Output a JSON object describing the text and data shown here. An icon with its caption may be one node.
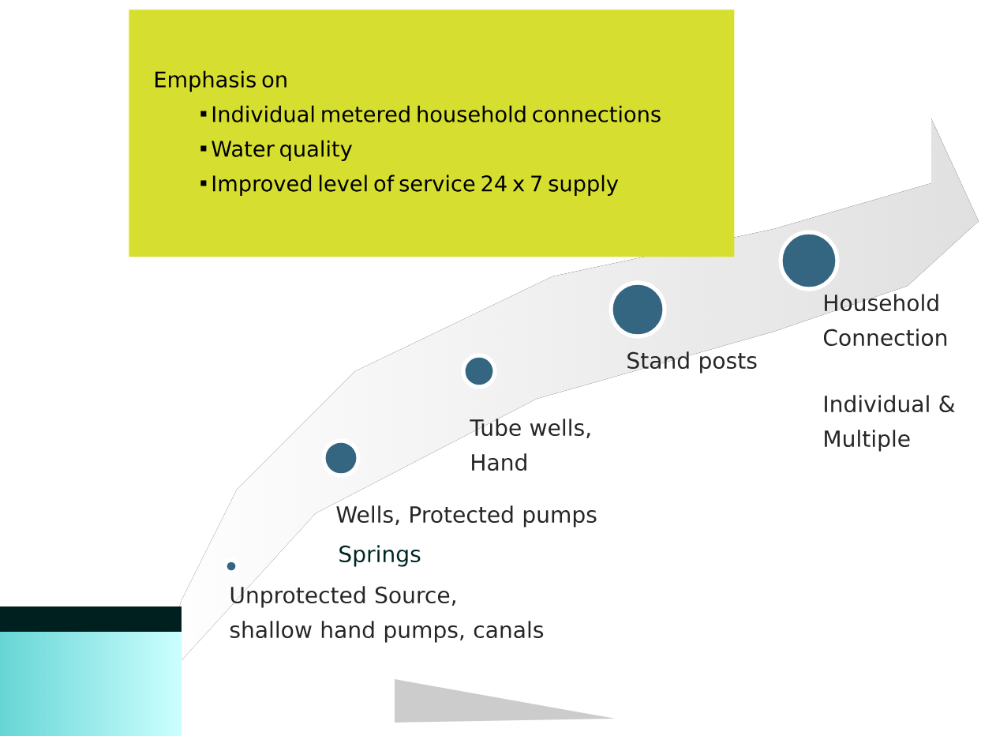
{
  "diagram": {
    "nodes": [
      {
        "text": [
          "Emphasis on",
          "Individual metered household connections",
          "Water quality",
          "Improved level of service 24 x 7 supply"
        ]
      },
      {
        "text": [],
        "shape": "circle",
        "beside": [
          "Unprotected Source, shallow hand pumps, canals"
        ]
      },
      {
        "text": [],
        "shape": "circle",
        "beside": [
          "Wells, Protected pumps",
          "Springs"
        ]
      },
      {
        "text": [],
        "shape": "circle",
        "beside": [
          "Tube wells, Hand"
        ]
      },
      {
        "text": [],
        "shape": "circle",
        "beside": [
          "Stand posts"
        ]
      },
      {
        "text": [],
        "shape": "circle",
        "beside": [
          "Household Connection",
          "Individual & Multiple"
        ]
      }
    ],
    "edges": []
  }
}
